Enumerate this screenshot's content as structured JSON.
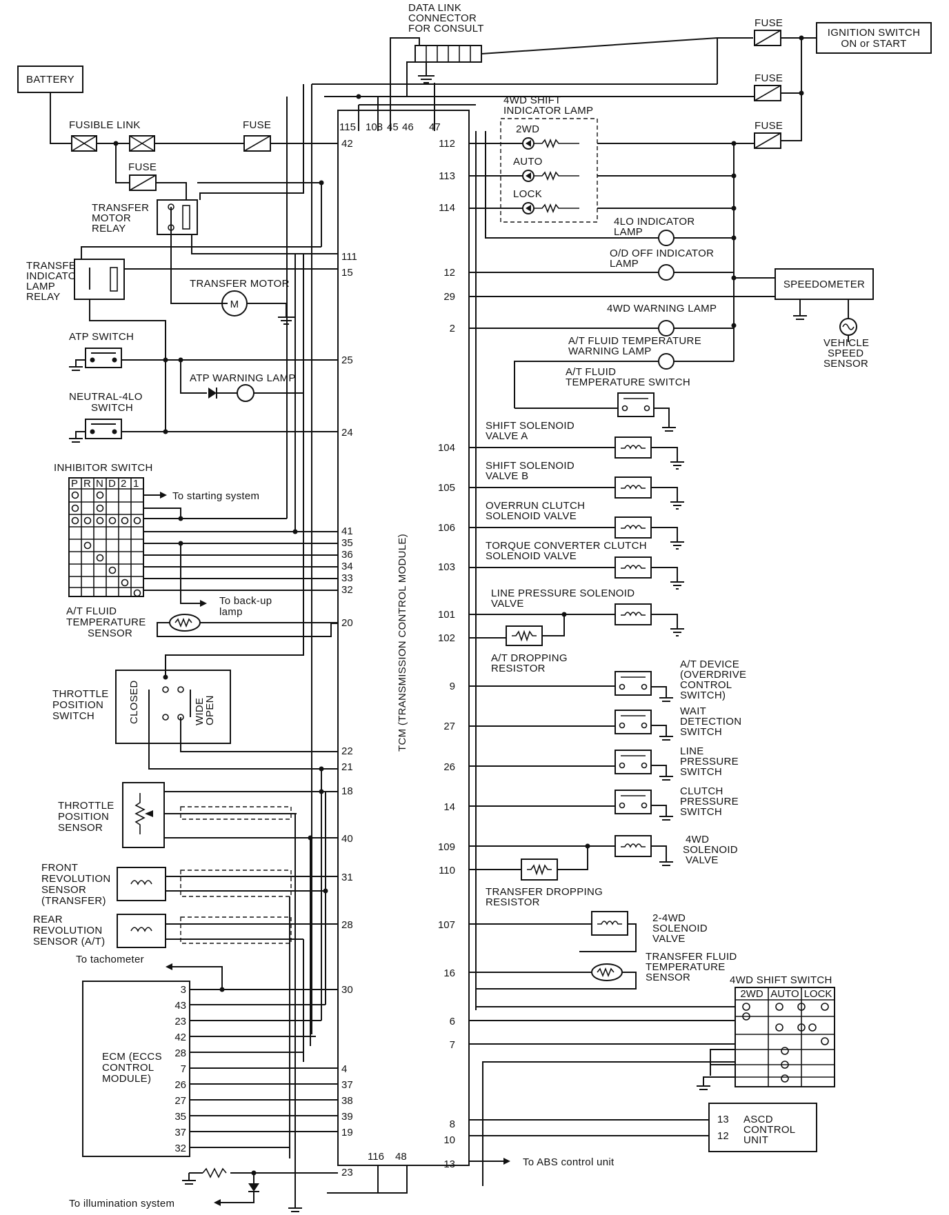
{
  "labels": {
    "data_link_1": "DATA LINK",
    "data_link_2": "CONNECTOR",
    "data_link_3": "FOR CONSULT",
    "battery": "BATTERY",
    "fusible_link": "FUSIBLE  LINK",
    "fuse": "FUSE",
    "ignition_1": "IGNITION SWITCH",
    "ignition_2": "ON or START",
    "shift_lamp_1": "4WD SHIFT",
    "shift_lamp_2": "INDICATOR LAMP",
    "lamp_2wd": "2WD",
    "lamp_auto": "AUTO",
    "lamp_lock": "LOCK",
    "relay_1": "TRANSFER",
    "relay_2": "MOTOR",
    "relay_3": "RELAY",
    "tilr_1": "TRANSFER",
    "tilr_2": "INDICATOR",
    "tilr_3": "LAMP",
    "tilr_4": "RELAY",
    "transfer_motor": "TRANSFER MOTOR",
    "lo4_1": "4LO INDICATOR",
    "lo4_2": "LAMP",
    "od_1": "O/D OFF INDICATOR",
    "od_2": "LAMP",
    "speedometer": "SPEEDOMETER",
    "warn4wd": "4WD WARNING LAMP",
    "atf_warn_1": "A/T FLUID TEMPERATURE",
    "atf_warn_2": "WARNING LAMP",
    "atf_sw_1": "A/T FLUID",
    "atf_sw_2": "TEMPERATURE SWITCH",
    "vss_1": "VEHICLE",
    "vss_2": "SPEED",
    "vss_3": "SENSOR",
    "atp_switch": "ATP SWITCH",
    "atp_lamp": "ATP WARNING LAMP",
    "n4lo_1": "NEUTRAL-4LO",
    "n4lo_2": "SWITCH",
    "inhibitor": "INHIBITOR SWITCH",
    "starting": "To starting system",
    "backup_1": "To back-up",
    "backup_2": "lamp",
    "atfts_1": "A/T FLUID",
    "atfts_2": "TEMPERATURE",
    "atfts_3": "SENSOR",
    "tps_sw_1": "THROTTLE",
    "tps_sw_2": "POSITION",
    "tps_sw_3": "SWITCH",
    "closed": "CLOSED",
    "wide_open_1": "WIDE",
    "wide_open_2": "OPEN",
    "tps_1": "THROTTLE",
    "tps_2": "POSITION",
    "tps_3": "SENSOR",
    "front_1": "FRONT",
    "front_2": "REVOLUTION",
    "front_3": "SENSOR",
    "front_4": "(TRANSFER)",
    "rear_1": "REAR",
    "rear_2": "REVOLUTION",
    "rear_3": "SENSOR (A/T)",
    "tach": "To tachometer",
    "ecm_1": "ECM (ECCS",
    "ecm_2": "CONTROL",
    "ecm_3": "MODULE)",
    "illum": "To illumination system",
    "tcm": "TCM (TRANSMISSION CONTROL MODULE)",
    "ssa_1": "SHIFT SOLENOID",
    "ssa_2": "VALVE A",
    "ssb_1": "SHIFT SOLENOID",
    "ssb_2": "VALVE B",
    "orc_1": "OVERRUN CLUTCH",
    "orc_2": "SOLENOID VALVE",
    "tcc_1": "TORQUE CONVERTER CLUTCH",
    "tcc_2": "SOLENOID VALVE",
    "lps_1": "LINE PRESSURE SOLENOID",
    "lps_2": "VALVE",
    "atdr_1": "A/T DROPPING",
    "atdr_2": "RESISTOR",
    "atd_1": "A/T DEVICE",
    "atd_2": "(OVERDRIVE",
    "atd_3": "CONTROL",
    "atd_4": "SWITCH)",
    "wait_1": "WAIT",
    "wait_2": "DETECTION",
    "wait_3": "SWITCH",
    "lp_1": "LINE",
    "lp_2": "PRESSURE",
    "lp_3": "SWITCH",
    "cp_1": "CLUTCH",
    "cp_2": "PRESSURE",
    "cp_3": "SWITCH",
    "sol4wd_1": "4WD",
    "sol4wd_2": "SOLENOID",
    "sol4wd_3": "VALVE",
    "tdr_1": "TRANSFER DROPPING",
    "tdr_2": "RESISTOR",
    "s24_1": "2-4WD",
    "s24_2": "SOLENOID",
    "s24_3": "VALVE",
    "tft_1": "TRANSFER FLUID",
    "tft_2": "TEMPERATURE",
    "tft_3": "SENSOR",
    "shift_sw": "4WD SHIFT SWITCH",
    "sw_2wd": "2WD",
    "sw_auto": "AUTO",
    "sw_lock": "LOCK",
    "ascd_1": "ASCD",
    "ascd_2": "CONTROL",
    "ascd_3": "UNIT",
    "abs": "To ABS control unit"
  },
  "inhibitor_positions": [
    "P",
    "R",
    "N",
    "D",
    "2",
    "1"
  ],
  "tcm_top_pins": [
    "115",
    "108",
    "45",
    "46",
    "47"
  ],
  "tcm_bottom_pins": [
    "116",
    "48"
  ],
  "tcm_left_pins": [
    "42",
    "111",
    "15",
    "25",
    "24",
    "41",
    "35",
    "36",
    "34",
    "33",
    "32",
    "20",
    "22",
    "21",
    "18",
    "40",
    "31",
    "28",
    "30",
    "4",
    "37",
    "38",
    "39",
    "19",
    "23"
  ],
  "tcm_right_pins": [
    "112",
    "113",
    "114",
    "12",
    "29",
    "2",
    "104",
    "105",
    "106",
    "103",
    "101",
    "102",
    "9",
    "27",
    "26",
    "14",
    "109",
    "110",
    "107",
    "16",
    "6",
    "7",
    "8",
    "10",
    "13"
  ],
  "ecm_pins": [
    "3",
    "43",
    "23",
    "42",
    "28",
    "7",
    "26",
    "27",
    "35",
    "37",
    "32"
  ],
  "ascd_pins": [
    "13",
    "12"
  ]
}
